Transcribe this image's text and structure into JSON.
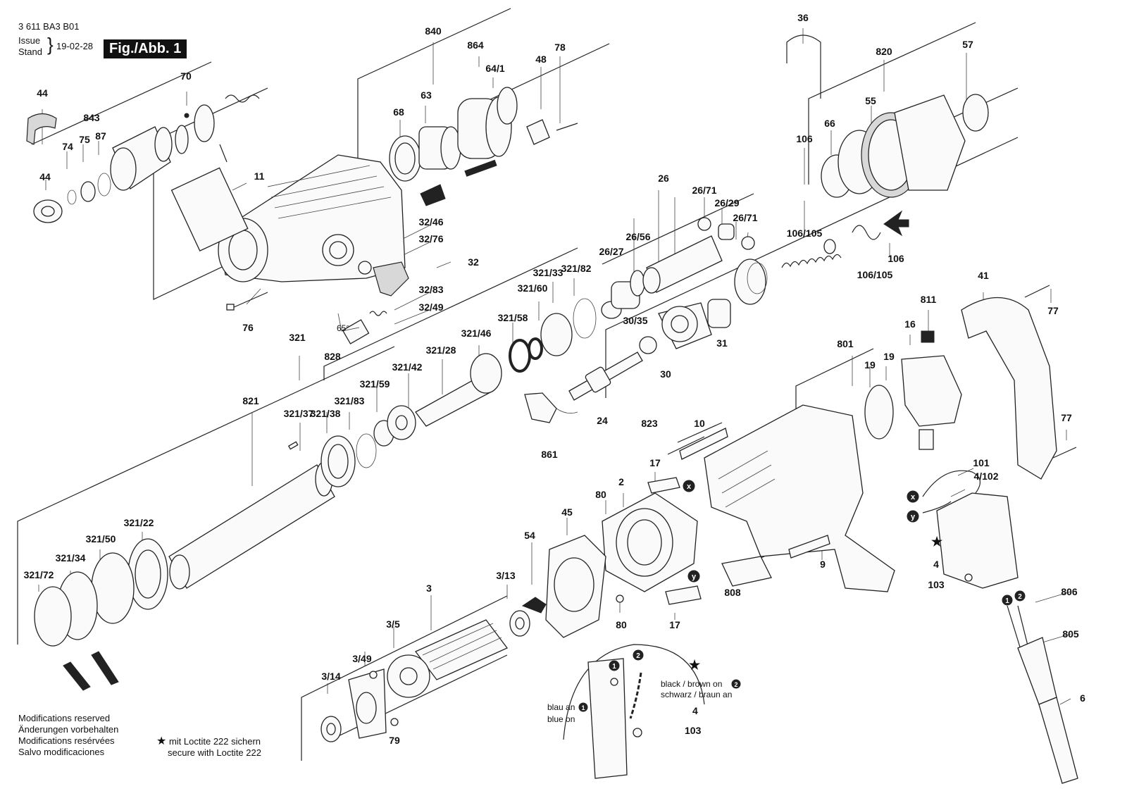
{
  "header": {
    "doc_number": "3 611 BA3 B01",
    "issue_label": "Issue",
    "stand_label": "Stand",
    "date": "19-02-28",
    "figure": "Fig./Abb. 1"
  },
  "footer": {
    "modifications": [
      "Modifications reserved",
      "Änderungen vorbehalten",
      "Modifications resérvées",
      "Salvo modificaciones"
    ],
    "loctite": [
      "mit Loctite 222 sichern",
      "secure with Loctite 222"
    ],
    "star": "★"
  },
  "wiring_notes": {
    "blau_an": "blau an",
    "blue_on": "blue on",
    "black_brown_on": "black / brown on",
    "schwarz_braun_an": "schwarz / braun an",
    "marker_1": "1",
    "marker_2": "2",
    "marker_x": "x",
    "marker_y": "y",
    "part_4": "4",
    "part_103": "103",
    "angle": "65°"
  },
  "part_labels": [
    "44",
    "843",
    "74",
    "75",
    "87",
    "44",
    "70",
    "840",
    "68",
    "63",
    "864",
    "64/1",
    "48",
    "78",
    "11",
    "76",
    "32/46",
    "32/76",
    "32",
    "32/83",
    "32/49",
    "828",
    "321",
    "821",
    "321/37",
    "321/38",
    "321/83",
    "321/59",
    "321/42",
    "321/28",
    "321/46",
    "321/58",
    "321/60",
    "321/33",
    "321/82",
    "26",
    "26/71",
    "26/29",
    "26/71",
    "26/56",
    "26/27",
    "30/35",
    "30",
    "31",
    "24",
    "861",
    "823",
    "36",
    "820",
    "57",
    "106",
    "66",
    "55",
    "106/105",
    "106",
    "106/105",
    "41",
    "77",
    "811",
    "16",
    "19",
    "19",
    "801",
    "77",
    "10",
    "17",
    "2",
    "80",
    "45",
    "54",
    "3/13",
    "3",
    "3/5",
    "3/49",
    "3/14",
    "79",
    "80",
    "17",
    "808",
    "9",
    "101",
    "4/102",
    "4",
    "103",
    "806",
    "805",
    "6",
    "321/22",
    "321/50",
    "321/34",
    "321/72"
  ]
}
